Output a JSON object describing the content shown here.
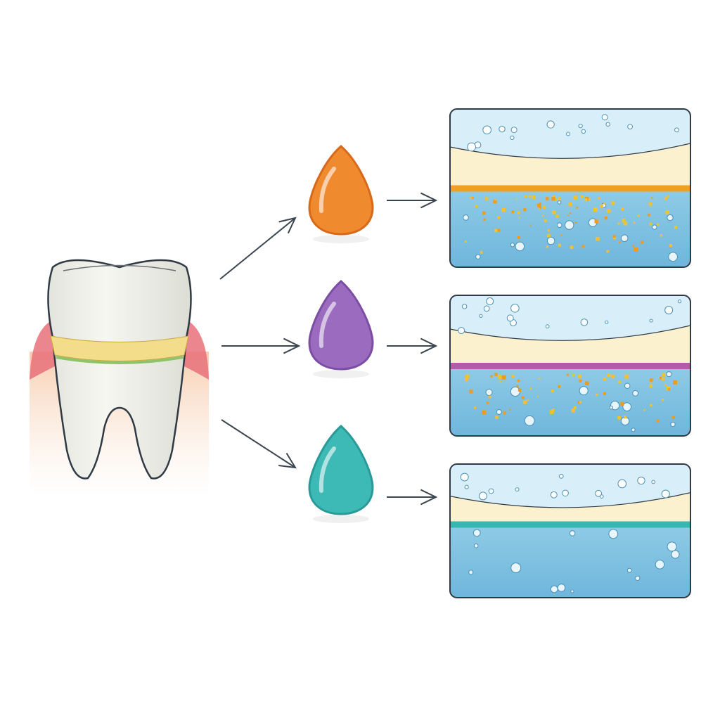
{
  "colors": {
    "background": "#ffffff",
    "outline": "#2f3a45",
    "tooth": "#f1f1ec",
    "gum": "#e8707a",
    "band": "#f3dc8a",
    "water_top": "#d8eef8",
    "water_bottom": "#8fcbe6",
    "cream_layer": "#fbf1cf",
    "particles": "#f2c12e"
  },
  "drops": [
    {
      "name": "orange-drop",
      "color": "#f08a2e",
      "dark": "#d8691a"
    },
    {
      "name": "purple-drop",
      "color": "#9a6bbf",
      "dark": "#7b4ea3"
    },
    {
      "name": "teal-drop",
      "color": "#3dbab5",
      "dark": "#2a9a98"
    }
  ],
  "panels": [
    {
      "name": "panel-orange",
      "line_color": "#f0a020",
      "particle_level": 1.0
    },
    {
      "name": "panel-purple",
      "line_color": "#b45aa8",
      "particle_level": 0.7
    },
    {
      "name": "panel-teal",
      "line_color": "#38b7b0",
      "particle_level": 0.0
    }
  ]
}
